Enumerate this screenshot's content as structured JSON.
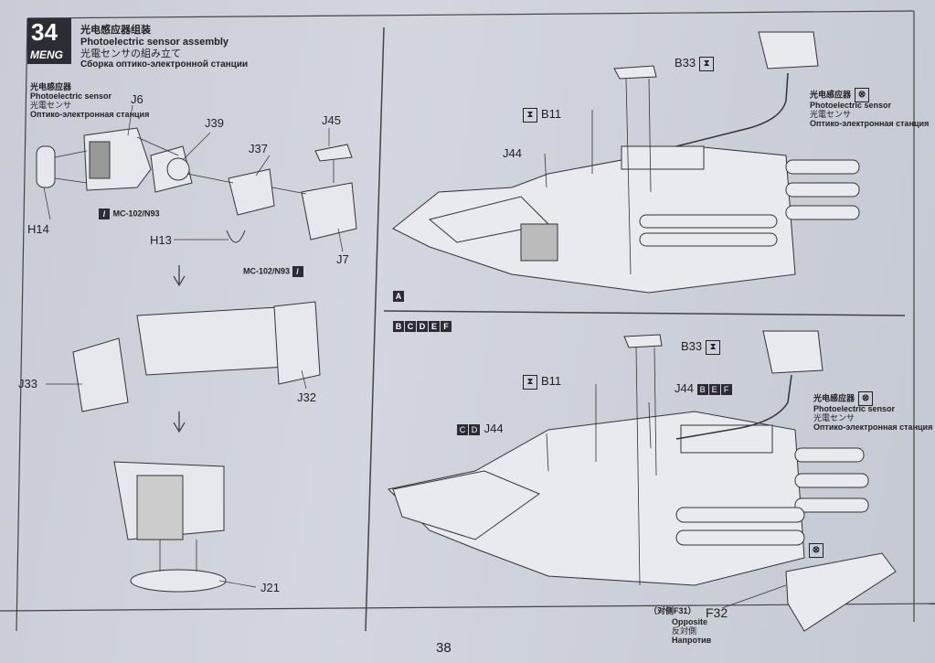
{
  "page_number": "38",
  "step": {
    "number": "34",
    "brand": "MENG",
    "title_cn": "光电感应器组装",
    "title_en": "Photoelectric sensor assembly",
    "title_jp": "光電センサの組み立て",
    "title_ru": "Сборка оптико-электронной станции"
  },
  "left_panel": {
    "sensor_cn": "光电感应器",
    "sensor_en": "Photoelectric sensor",
    "sensor_jp": "光電センサ",
    "sensor_ru": "Оптико-электронная станция",
    "parts": {
      "J6": "J6",
      "J39": "J39",
      "J45": "J45",
      "J37": "J37",
      "H14": "H14",
      "H13": "H13",
      "J7": "J7",
      "J33": "J33",
      "J32": "J32",
      "J21": "J21"
    },
    "paint_1": "MC-102/N93",
    "paint_2": "MC-102/N93"
  },
  "right_top": {
    "variant": "A",
    "b33": "B33",
    "b11": "B11",
    "j44": "J44",
    "sensor_cn": "光电感应器",
    "sensor_en": "Photoelectric sensor",
    "sensor_jp": "光電センサ",
    "sensor_ru": "Оптико-электронная станция"
  },
  "right_bottom": {
    "variants": [
      "B",
      "C",
      "D",
      "E",
      "F"
    ],
    "b33": "B33",
    "b11": "B11",
    "j44_right": "J44",
    "j44_right_variants": [
      "B",
      "E",
      "F"
    ],
    "j44_left": "J44",
    "j44_left_variants": [
      "C",
      "D"
    ],
    "sensor_cn": "光电感应器",
    "sensor_en": "Photoelectric sensor",
    "sensor_jp": "光電センサ",
    "sensor_ru": "Оптико-электронная станция",
    "opposite_cn": "（对侧F31）",
    "f32": "F32",
    "opposite_en": "Opposite",
    "opposite_jp": "反対側",
    "opposite_ru": "Напротив"
  }
}
